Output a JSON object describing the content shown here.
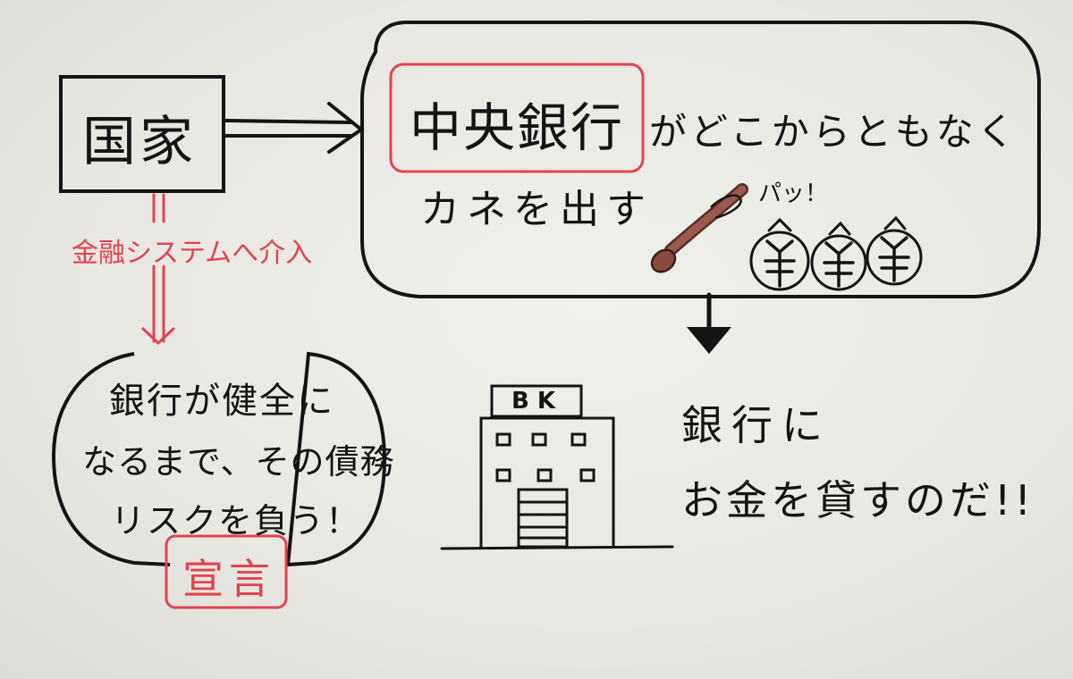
{
  "nodes": {
    "state": "国家",
    "central_bank": "中央銀行",
    "central_bank_suffix": "がどこからともなく",
    "central_bank_line2": "カネを出す",
    "pop": "パッ！",
    "intervention": "金融システムへ介入",
    "risk_line1": "銀行が健全に",
    "risk_line2": "なるまで、その債務",
    "risk_line3": "リスクを負う！",
    "declaration": "宣言",
    "bk_sign": "B K",
    "lend_line1": "銀行に",
    "lend_line2": "お金を貸すのだ!!"
  },
  "colors": {
    "ink": "#141414",
    "red": "#e2434f",
    "spoon": "#8a4a3e",
    "paper": "#ecebe6"
  },
  "icons": {
    "spoon": "spoon-icon",
    "money_bags": "money-bag-icon",
    "building": "bank-building-icon"
  }
}
